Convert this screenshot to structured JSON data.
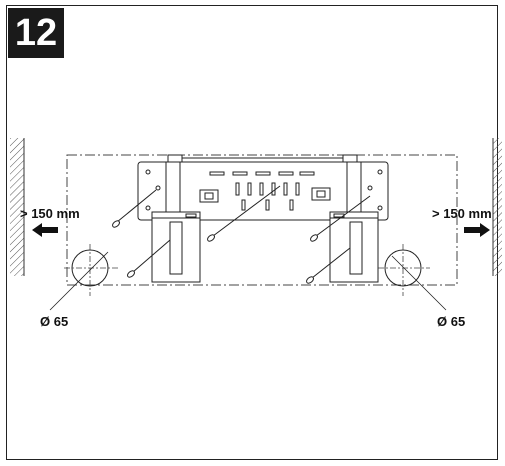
{
  "step_number": "12",
  "left_clearance": "> 150 mm",
  "right_clearance": "> 150 mm",
  "left_hole_diameter": "Ø 65",
  "right_hole_diameter": "Ø 65"
}
